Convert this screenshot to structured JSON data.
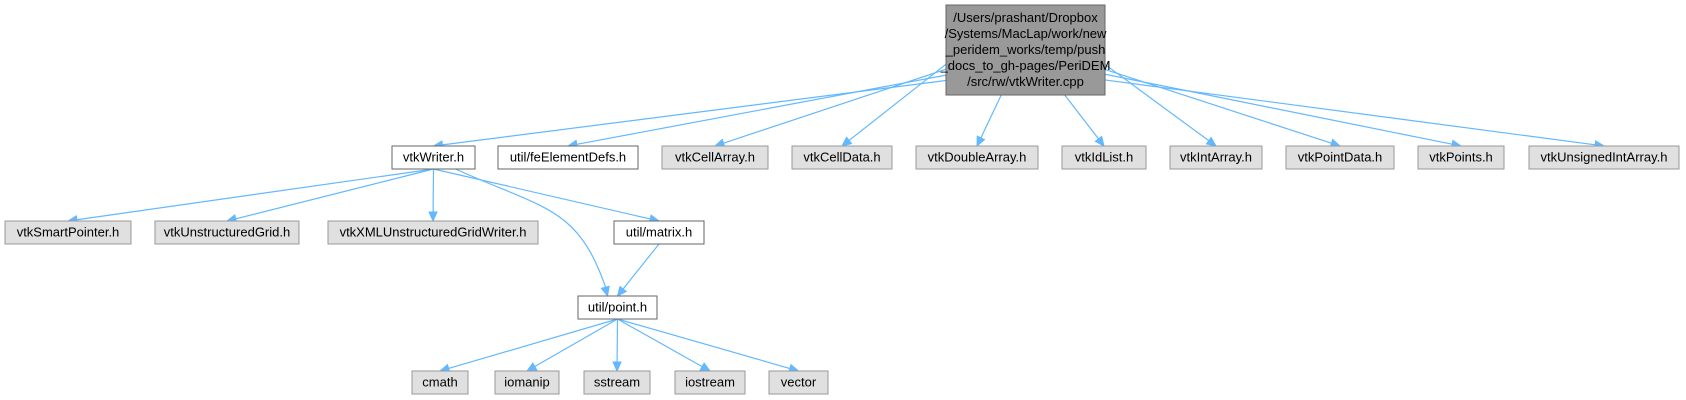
{
  "colors": {
    "root_fill": "#999999",
    "root_stroke": "#666666",
    "local_fill": "#ffffff",
    "local_stroke": "#666666",
    "system_fill": "#e0e0e0",
    "system_stroke": "#999999",
    "edge": "#63b8ff"
  },
  "nodes": {
    "root": {
      "lines": [
        "/Users/prashant/Dropbox",
        "/Systems/MacLap/work/new",
        "_peridem_works/temp/push",
        "_docs_to_gh-pages/PeriDEM",
        "/src/rw/vtkWriter.cpp"
      ],
      "kind": "root"
    },
    "vtkWriter_h": {
      "lines": [
        "vtkWriter.h"
      ],
      "kind": "local"
    },
    "feElementDefs_h": {
      "lines": [
        "util/feElementDefs.h"
      ],
      "kind": "local"
    },
    "vtkCellArray_h": {
      "lines": [
        "vtkCellArray.h"
      ],
      "kind": "system"
    },
    "vtkCellData_h": {
      "lines": [
        "vtkCellData.h"
      ],
      "kind": "system"
    },
    "vtkDoubleArray_h": {
      "lines": [
        "vtkDoubleArray.h"
      ],
      "kind": "system"
    },
    "vtkIdList_h": {
      "lines": [
        "vtkIdList.h"
      ],
      "kind": "system"
    },
    "vtkIntArray_h": {
      "lines": [
        "vtkIntArray.h"
      ],
      "kind": "system"
    },
    "vtkPointData_h": {
      "lines": [
        "vtkPointData.h"
      ],
      "kind": "system"
    },
    "vtkPoints_h": {
      "lines": [
        "vtkPoints.h"
      ],
      "kind": "system"
    },
    "vtkUnsignedIntArray_h": {
      "lines": [
        "vtkUnsignedIntArray.h"
      ],
      "kind": "system"
    },
    "vtkSmartPointer_h": {
      "lines": [
        "vtkSmartPointer.h"
      ],
      "kind": "system"
    },
    "vtkUnstructuredGrid_h": {
      "lines": [
        "vtkUnstructuredGrid.h"
      ],
      "kind": "system"
    },
    "vtkXMLUnstructuredGridWriter_h": {
      "lines": [
        "vtkXMLUnstructuredGridWriter.h"
      ],
      "kind": "system"
    },
    "matrix_h": {
      "lines": [
        "util/matrix.h"
      ],
      "kind": "local"
    },
    "point_h": {
      "lines": [
        "util/point.h"
      ],
      "kind": "local"
    },
    "cmath": {
      "lines": [
        "cmath"
      ],
      "kind": "system"
    },
    "iomanip": {
      "lines": [
        "iomanip"
      ],
      "kind": "system"
    },
    "sstream": {
      "lines": [
        "sstream"
      ],
      "kind": "system"
    },
    "iostream": {
      "lines": [
        "iostream"
      ],
      "kind": "system"
    },
    "vector": {
      "lines": [
        "vector"
      ],
      "kind": "system"
    }
  },
  "edges": [
    [
      "root",
      "vtkWriter_h"
    ],
    [
      "root",
      "feElementDefs_h"
    ],
    [
      "root",
      "vtkCellArray_h"
    ],
    [
      "root",
      "vtkCellData_h"
    ],
    [
      "root",
      "vtkDoubleArray_h"
    ],
    [
      "root",
      "vtkIdList_h"
    ],
    [
      "root",
      "vtkIntArray_h"
    ],
    [
      "root",
      "vtkPointData_h"
    ],
    [
      "root",
      "vtkPoints_h"
    ],
    [
      "root",
      "vtkUnsignedIntArray_h"
    ],
    [
      "vtkWriter_h",
      "vtkSmartPointer_h"
    ],
    [
      "vtkWriter_h",
      "vtkUnstructuredGrid_h"
    ],
    [
      "vtkWriter_h",
      "vtkXMLUnstructuredGridWriter_h"
    ],
    [
      "vtkWriter_h",
      "matrix_h"
    ],
    [
      "vtkWriter_h",
      "point_h"
    ],
    [
      "matrix_h",
      "point_h"
    ],
    [
      "point_h",
      "cmath"
    ],
    [
      "point_h",
      "iomanip"
    ],
    [
      "point_h",
      "sstream"
    ],
    [
      "point_h",
      "iostream"
    ],
    [
      "point_h",
      "vector"
    ]
  ]
}
